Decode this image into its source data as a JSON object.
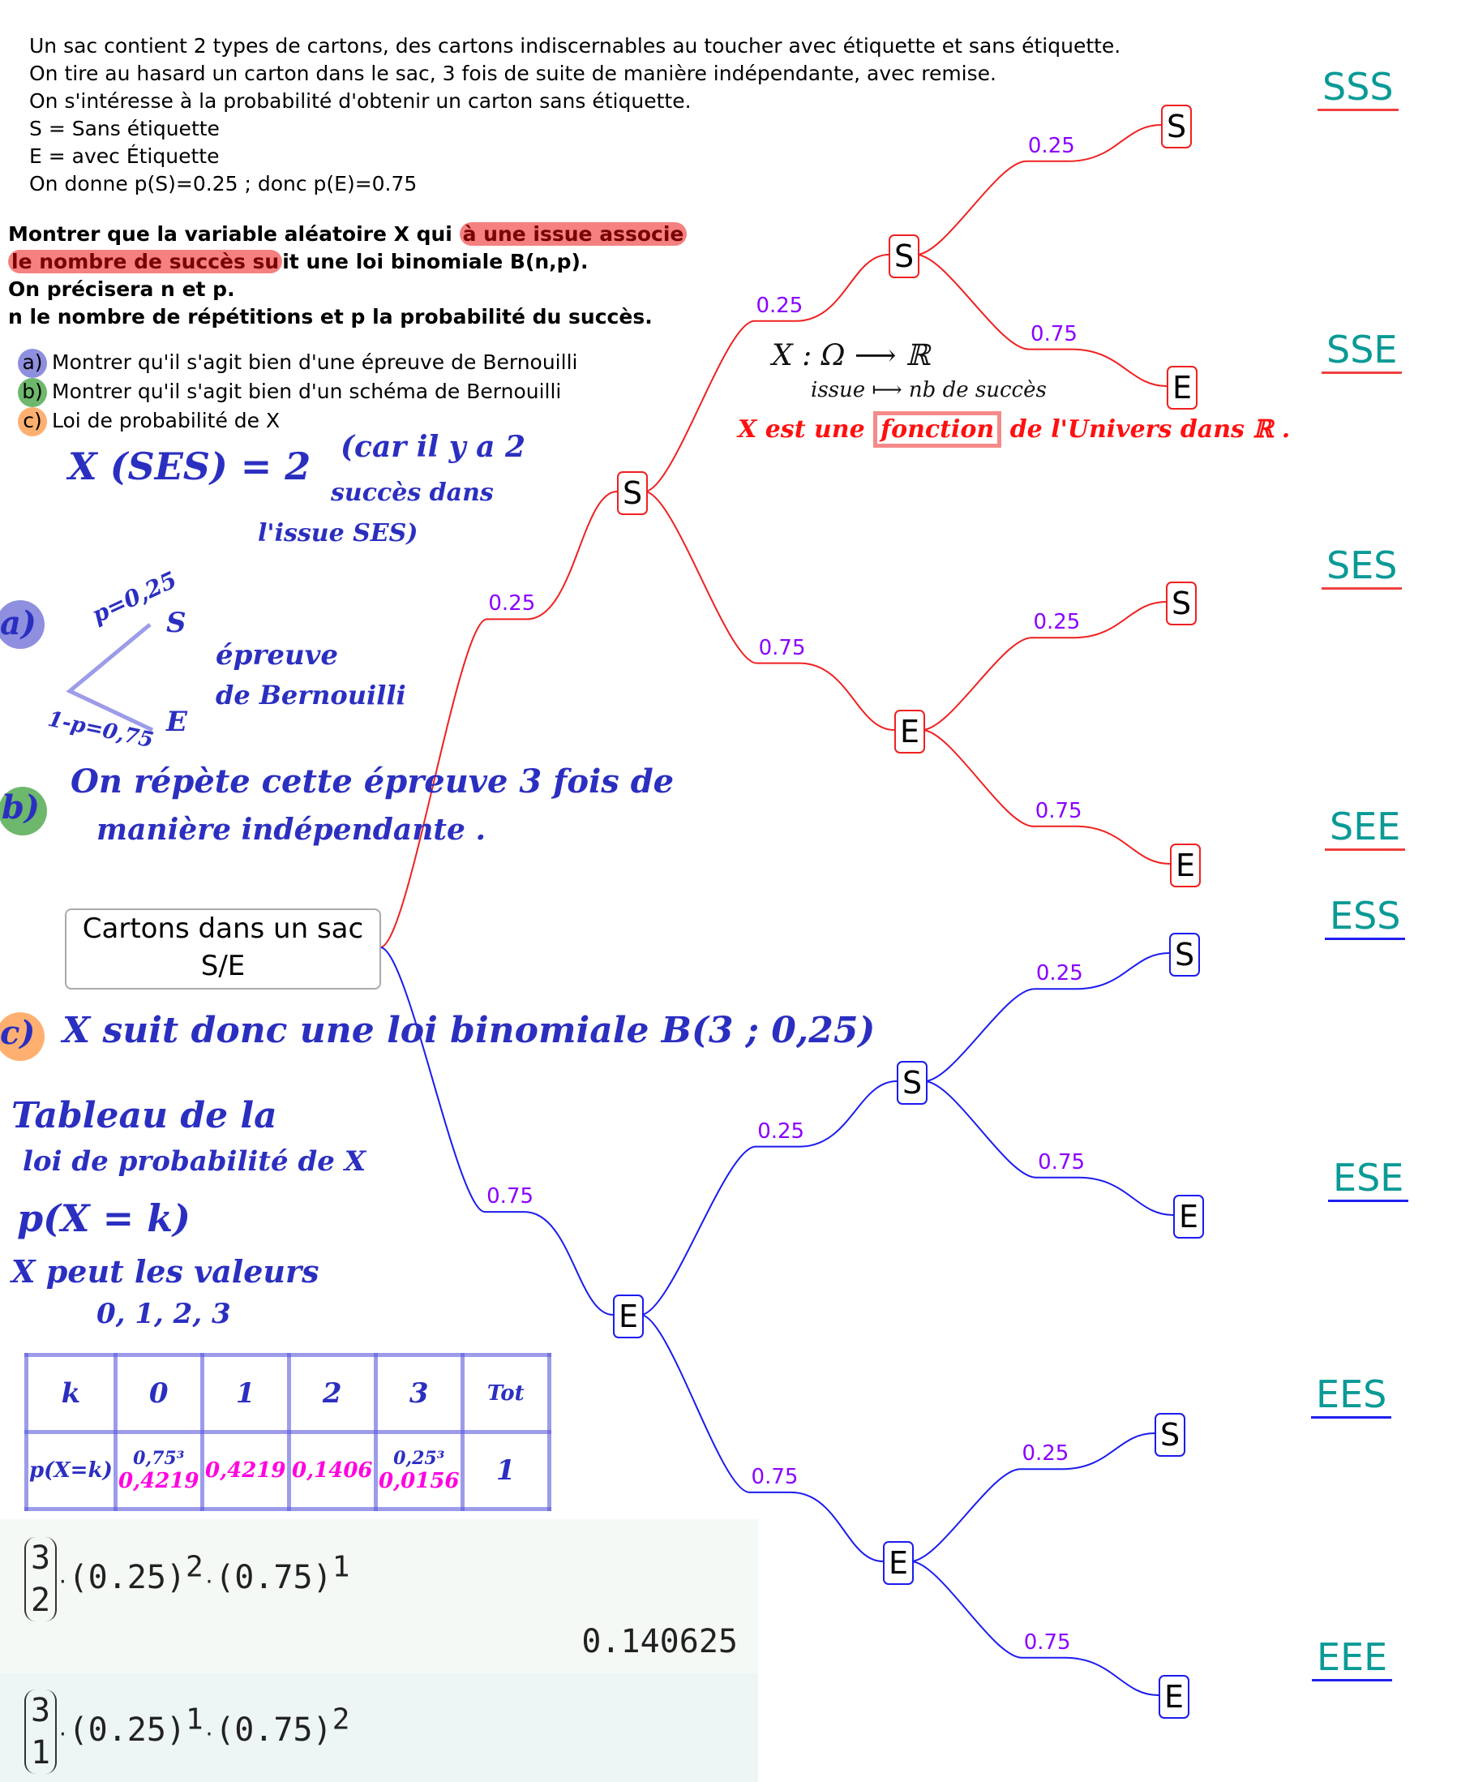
{
  "intro_lines": [
    "Un sac contient 2 types de cartons, des cartons indiscernables au toucher avec étiquette et sans étiquette.",
    "On tire au hasard un carton dans le sac, 3 fois de suite de manière indépendante, avec remise.",
    "On s'intéresse à la probabilité d'obtenir un carton sans étiquette.",
    "S = Sans étiquette",
    "E = avec Étiquette",
    "On donne p(S)=0.25 ; donc p(E)=0.75"
  ],
  "question": {
    "l1a": "Montrer que la variable aléatoire X qui ",
    "l1b": "à une issue associe",
    "l2a": "le nombre de succès su",
    "l2b": "it une loi binomiale B(n,p).",
    "l3": "On précisera n et p.",
    "l4": "n le nombre de répétitions et p la probabilité du succès."
  },
  "items": [
    {
      "letter": "a)",
      "text": "Montrer qu'il s'agit bien d'une épreuve de Bernouilli",
      "color": "#8f8fe0"
    },
    {
      "letter": "b)",
      "text": "Montrer qu'il s'agit bien d'un schéma de Bernouilli",
      "color": "#6db86d"
    },
    {
      "letter": "c)",
      "text": "Loi de probabilité de X",
      "color": "#ffb070"
    }
  ],
  "tree": {
    "root": {
      "line1": "Cartons dans un sac",
      "line2": "S/E"
    },
    "nodes": {
      "S": "S",
      "E": "E",
      "SS": "S",
      "SE": "E",
      "ES": "S",
      "EE": "E",
      "SSS": "S",
      "SSE": "E",
      "SES": "S",
      "SEE": "E",
      "ESS": "S",
      "ESE": "E",
      "EES": "S",
      "EEE": "E"
    },
    "edges": {
      "S": "0.25",
      "E": "0.75",
      "SS": "0.25",
      "SE": "0.75",
      "ES": "0.25",
      "EE": "0.75",
      "SSS": "0.25",
      "SSE": "0.75",
      "SES": "0.25",
      "SEE": "0.75",
      "ESS": "0.25",
      "ESE": "0.75",
      "EES": "0.25",
      "EEE": "0.75"
    },
    "outcomes": [
      "SSS",
      "SSE",
      "SES",
      "SEE",
      "ESS",
      "ESE",
      "EES",
      "EEE"
    ],
    "colors": {
      "upper": "#f02020",
      "lower": "#1b1bf0"
    }
  },
  "annotations": {
    "xses": "X (SES) = 2",
    "car1": "(car il y a 2",
    "car2": "succès dans",
    "car3": "l'issue SES)",
    "p_s": "p=0,25",
    "s": "S",
    "e": "E",
    "p_e": "1-p=0,75",
    "epreuve1": "épreuve",
    "epreuve2": "de Bernouilli",
    "a": "a)",
    "b": "b)",
    "c": "c)",
    "repete1": "On répète cette épreuve 3 fois de",
    "repete2": "manière indépendante .",
    "suit": "X suit donc une loi binomiale B(3 ; 0,25)",
    "tab1": "Tableau de la",
    "tab2": "loi de probabilité de X",
    "tab3": "p(X = k)",
    "tab4": "X peut les valeurs",
    "tab5": "0, 1, 2, 3",
    "func1": "X : Ω ⟶ ℝ",
    "func2": "issue ⟼ nb de succès",
    "func3a": "X est une",
    "func3b": "fonction",
    "func3c": "de l'Univers dans ℝ ."
  },
  "table": {
    "header": [
      "k",
      "0",
      "1",
      "2",
      "3",
      "Tot"
    ],
    "row_label": "p(X=k)",
    "formulas": [
      "0,75³",
      "",
      "",
      "0,25³",
      ""
    ],
    "values": [
      "0,4219",
      "0,4219",
      "0,1406",
      "0,0156",
      "1"
    ]
  },
  "calc": {
    "c1": {
      "n": "3",
      "k": "2",
      "a": "(0.25)",
      "ea": "2",
      "b": "(0.75)",
      "eb": "1",
      "result": "0.140625"
    },
    "c2": {
      "n": "3",
      "k": "1",
      "a": "(0.25)",
      "ea": "1",
      "b": "(0.75)",
      "eb": "2"
    },
    "dot": "·"
  }
}
